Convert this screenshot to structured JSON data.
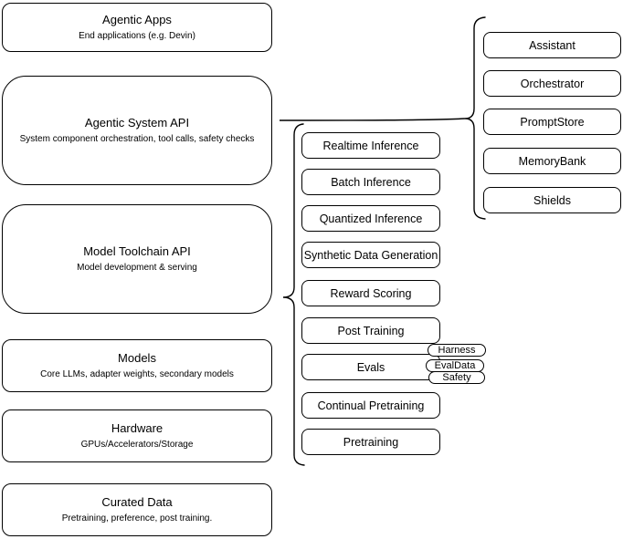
{
  "colors": {
    "stroke": "#000000",
    "background": "#ffffff",
    "text": "#000000"
  },
  "left_column": {
    "boxes": [
      {
        "title": "Agentic Apps",
        "subtitle": "End applications (e.g. Devin)"
      },
      {
        "title": "Agentic System API",
        "subtitle": "System component orchestration, tool calls, safety checks"
      },
      {
        "title": "Model Toolchain API",
        "subtitle": "Model development & serving"
      },
      {
        "title": "Models",
        "subtitle": "Core LLMs, adapter weights, secondary models"
      },
      {
        "title": "Hardware",
        "subtitle": "GPUs/Accelerators/Storage"
      },
      {
        "title": "Curated Data",
        "subtitle": "Pretraining, preference, post training."
      }
    ]
  },
  "middle_column": {
    "boxes": [
      {
        "label": "Realtime Inference"
      },
      {
        "label": "Batch Inference"
      },
      {
        "label": "Quantized Inference"
      },
      {
        "label": "Synthetic Data Generation"
      },
      {
        "label": "Reward Scoring"
      },
      {
        "label": "Post Training"
      },
      {
        "label": "Evals"
      },
      {
        "label": "Continual Pretraining"
      },
      {
        "label": "Pretraining"
      }
    ],
    "eval_pills": [
      {
        "label": "Harness"
      },
      {
        "label": "EvalData"
      },
      {
        "label": "Safety"
      }
    ]
  },
  "right_column": {
    "boxes": [
      {
        "label": "Assistant"
      },
      {
        "label": "Orchestrator"
      },
      {
        "label": "PromptStore"
      },
      {
        "label": "MemoryBank"
      },
      {
        "label": "Shields"
      }
    ]
  }
}
